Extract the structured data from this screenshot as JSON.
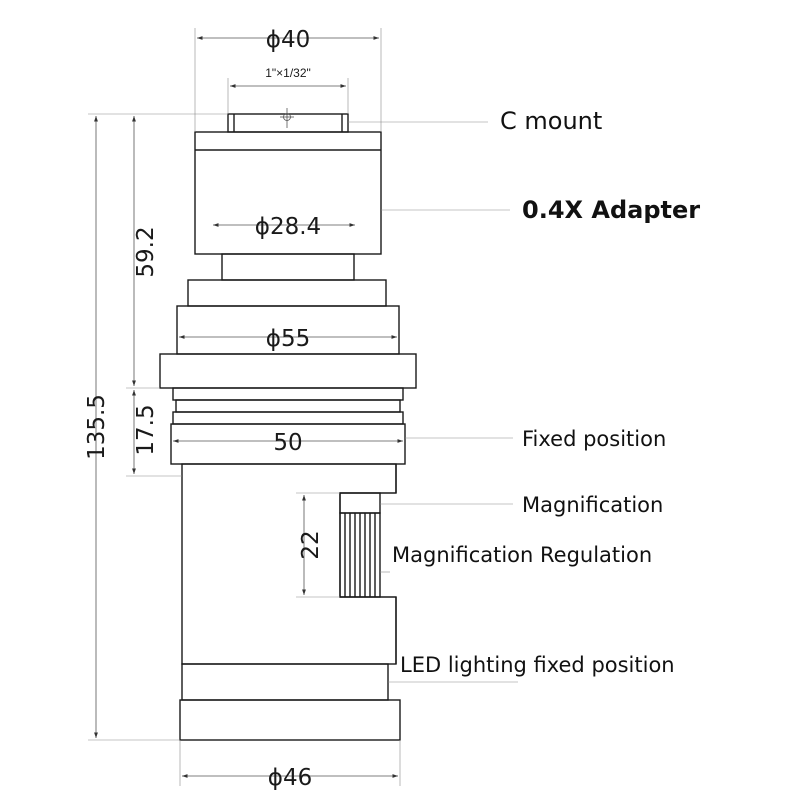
{
  "dimensions": {
    "top_diameter": "ϕ40",
    "thread": "1\"×1/32\"",
    "adapter_inner_diameter": "ϕ28.4",
    "flange_diameter": "ϕ55",
    "ring_width": "50",
    "bottom_diameter": "ϕ46",
    "adapter_height": "59.2",
    "fixed_section_height": "17.5",
    "total_height": "135.5",
    "knurl_height": "22"
  },
  "callouts": {
    "c_mount": "C mount",
    "adapter": "0.4X Adapter",
    "fixed_position": "Fixed position",
    "magnification": "Magnification",
    "magnification_regulation": "Magnification Regulation",
    "led_position": "LED lighting fixed position"
  }
}
